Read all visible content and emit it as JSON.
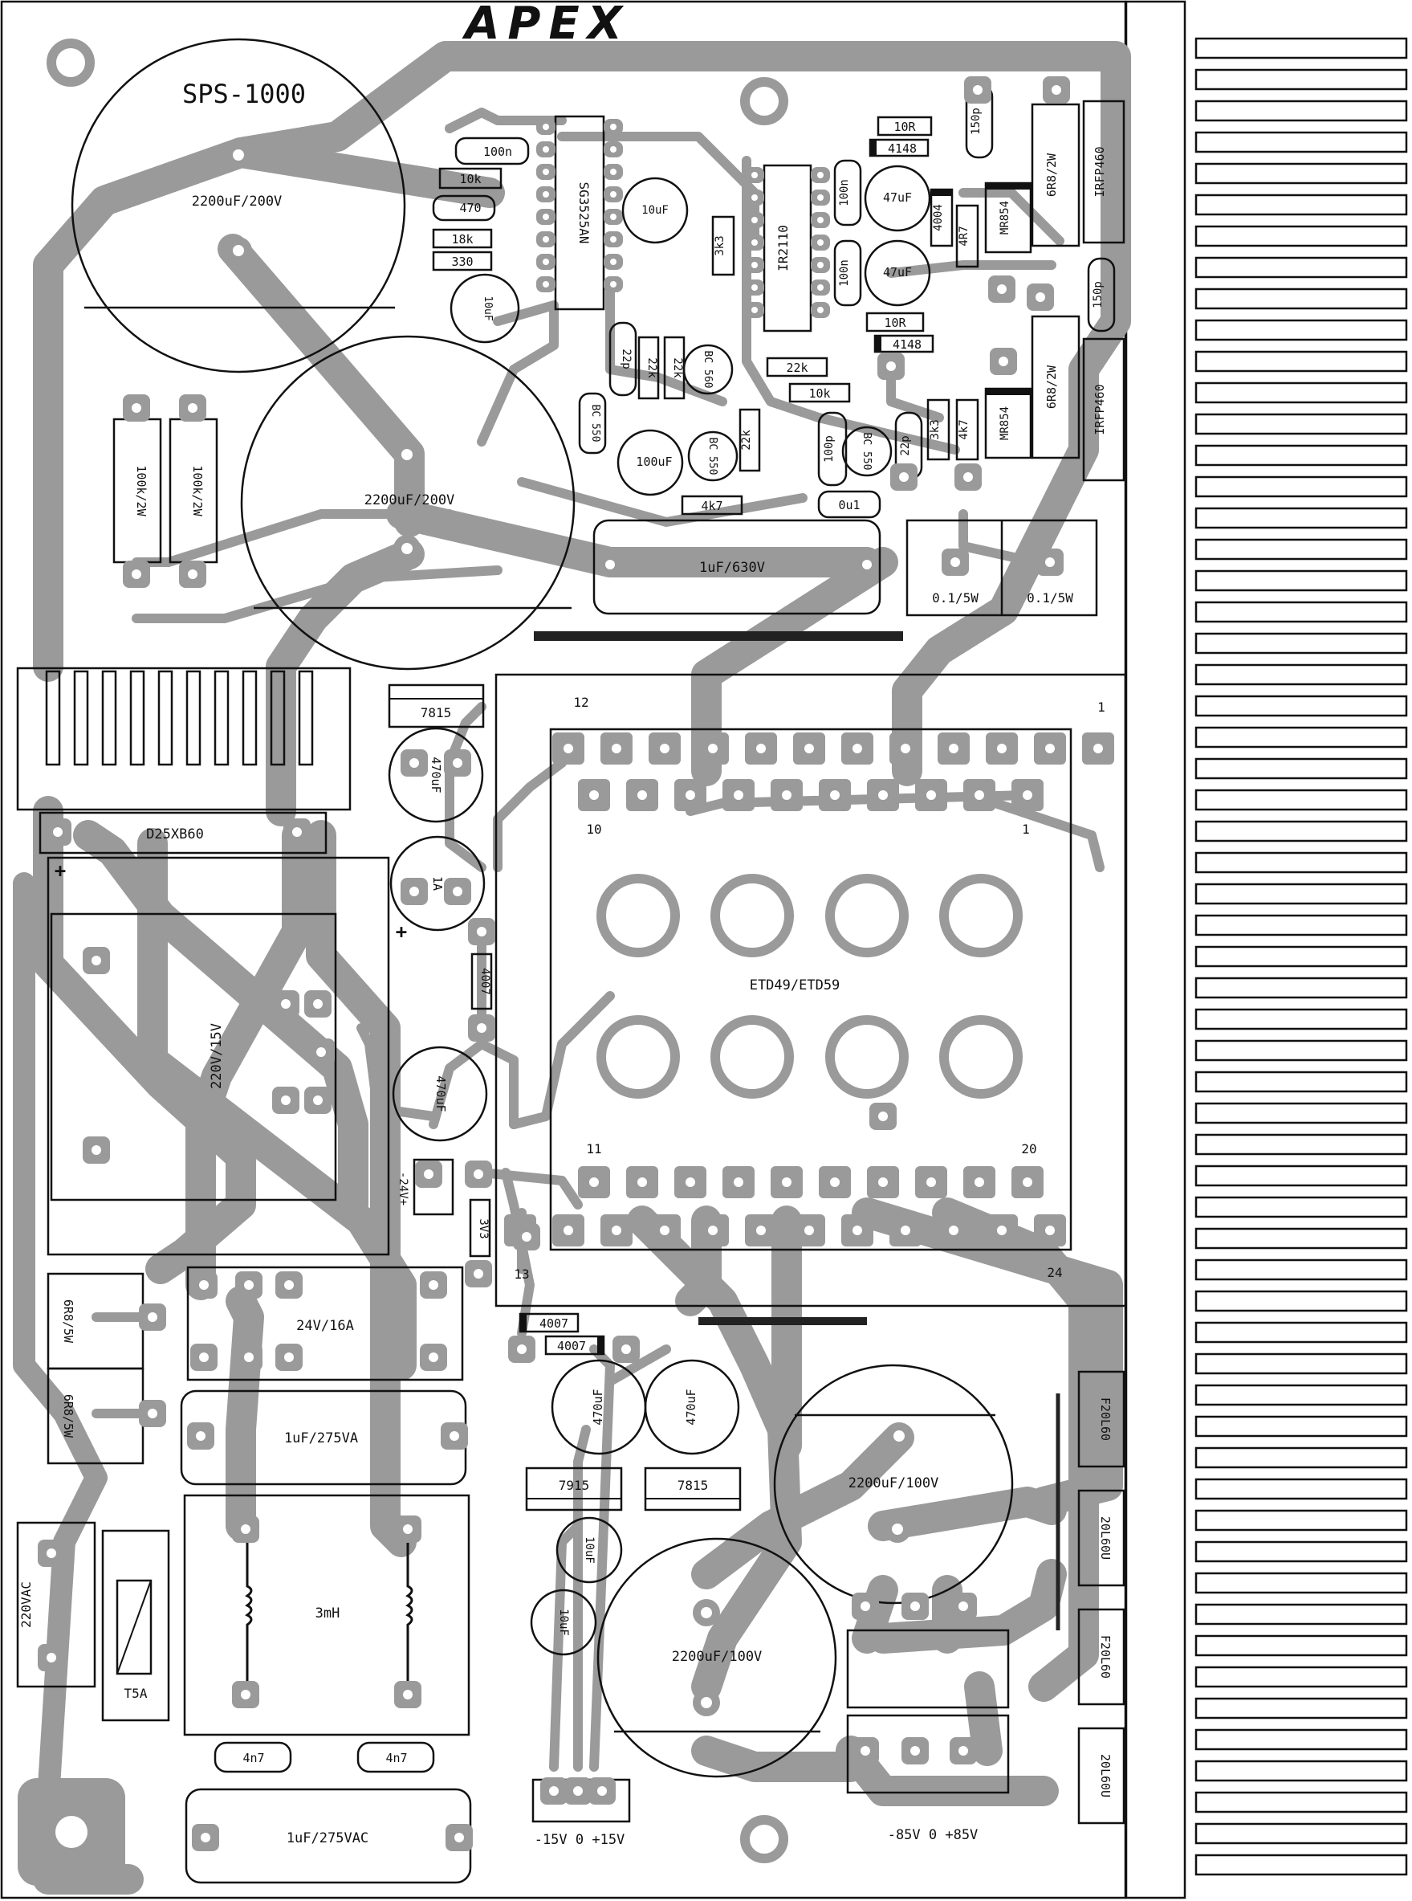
{
  "brand": "APEX",
  "board_name": "SPS-1000",
  "components": {
    "cap_main_top": "2200uF/200V",
    "cap_main_mid": "2200uF/200V",
    "cap_hv_a": "2200uF/100V",
    "cap_hv_b": "2200uF/100V",
    "cap_snub_630": "1uF/630V",
    "cap_x_a": "1uF/275VA",
    "cap_x_b": "1uF/275VAC",
    "cap_y_a": "4n7",
    "cap_y_b": "4n7",
    "controller_ic": "SG3525AN",
    "driver_ic": "IR2110",
    "bridge": "D25XB60",
    "aux_transformer": "220V/15V",
    "main_transformer": "ETD49/ETD59",
    "relay": "24V/16A",
    "choke": "3mH",
    "fuse": "T5A",
    "reg_top": "7815",
    "reg_bottom_a": "7915",
    "reg_bottom_b": "7815",
    "bleeder_a": "100k/2W",
    "bleeder_b": "100k/2W",
    "inrush_a": "6R8/5W",
    "inrush_b": "6R8/5W",
    "mosfet_a": "IRFP460",
    "mosfet_b": "IRFP460",
    "gate_res_a": "6R8/2W",
    "gate_res_b": "6R8/2W",
    "mr854_a": "MR854",
    "mr854_b": "MR854",
    "current_sense_a": "0.1/5W",
    "current_sense_b": "0.1/5W",
    "diode_d4004": "4004",
    "diode_4007_a": "4007",
    "diode_4007_b": "4007",
    "diode_4007_c": "4007",
    "zener": "3V3",
    "out_diode_1": "F20L60",
    "out_diode_2": "20L60U",
    "out_diode_3": "F20L60",
    "out_diode_4": "20L60U",
    "r_100n": "100n",
    "r_10k": "10k",
    "r_470": "470",
    "r_18k": "18k",
    "r_330": "330",
    "c_10uF_a": "10uF",
    "c_10uF_b": "10uF",
    "c_10uF_c": "10uF",
    "c_10uF_d": "10uF",
    "r_3k3_a": "3k3",
    "r_3k3_b": "3k3",
    "c_47uF_a": "47uF",
    "c_47uF_b": "47uF",
    "r_10R_a": "10R",
    "r_10R_b": "10R",
    "d_4148_a": "4148",
    "d_4148_b": "4148",
    "c_150p_a": "150p",
    "c_150p_b": "150p",
    "c_100n_a": "100n",
    "c_100n_b": "100n",
    "r_4R7": "4R7",
    "c_22p_a": "22p",
    "c_22p_b": "22p",
    "r_22k_a": "22k",
    "r_22k_b": "22k",
    "r_22k_c": "22k",
    "r_22k_d": "22k",
    "r_10k_b": "10k",
    "bc560": "BC 560",
    "bc550_a": "BC 550",
    "bc550_b": "BC 550",
    "bc550_c": "BC 550",
    "c_100uF": "100uF",
    "r_4k7_a": "4k7",
    "r_4k7_b": "4k7",
    "c_100p": "100p",
    "c_0u1": "0u1",
    "c_1A": "1A",
    "c_470uF_a": "470uF",
    "c_470uF_b": "470uF",
    "c_470uF_c": "470uF",
    "c_470uF_d": "470uF"
  },
  "pins": {
    "p1": "1",
    "p10": "10",
    "p11": "11",
    "p12": "12",
    "p13": "13",
    "p20": "20",
    "p24": "24",
    "p1b": "1"
  },
  "connectors": {
    "mains": "220VAC",
    "aux_24v": "-24V+",
    "out_15": "-15V 0 +15V",
    "out_85": "-85V  0  +85V",
    "plus_a": "+",
    "plus_b": "+"
  }
}
